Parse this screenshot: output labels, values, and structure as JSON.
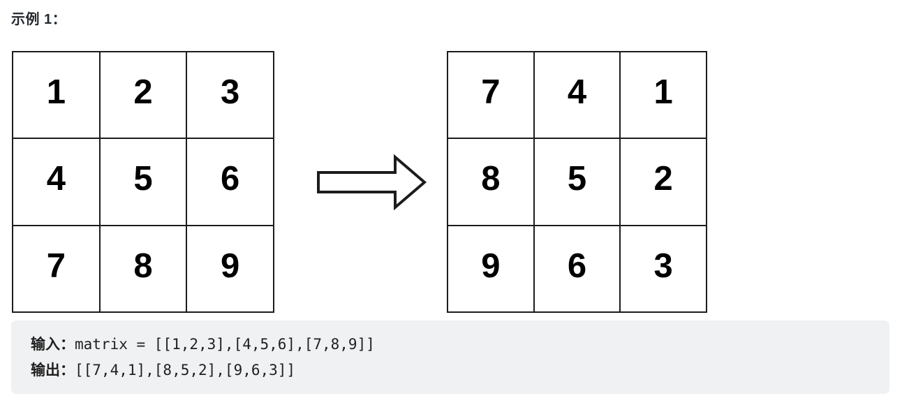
{
  "title": "示例 1：",
  "figure": {
    "arrow": {
      "icon": "right-arrow-outline-icon",
      "direction": "right"
    },
    "input_matrix": {
      "caption": "input-matrix",
      "rows": [
        [
          "1",
          "2",
          "3"
        ],
        [
          "4",
          "5",
          "6"
        ],
        [
          "7",
          "8",
          "9"
        ]
      ]
    },
    "output_matrix": {
      "caption": "output-matrix",
      "rows": [
        [
          "7",
          "4",
          "1"
        ],
        [
          "8",
          "5",
          "2"
        ],
        [
          "9",
          "6",
          "3"
        ]
      ]
    }
  },
  "code_block": {
    "background": "#f0f1f3",
    "lines": [
      {
        "label": "输入：",
        "value": "matrix = [[1,2,3],[4,5,6],[7,8,9]]"
      },
      {
        "label": "输出：",
        "value": "[[7,4,1],[8,5,2],[9,6,3]]"
      }
    ]
  }
}
